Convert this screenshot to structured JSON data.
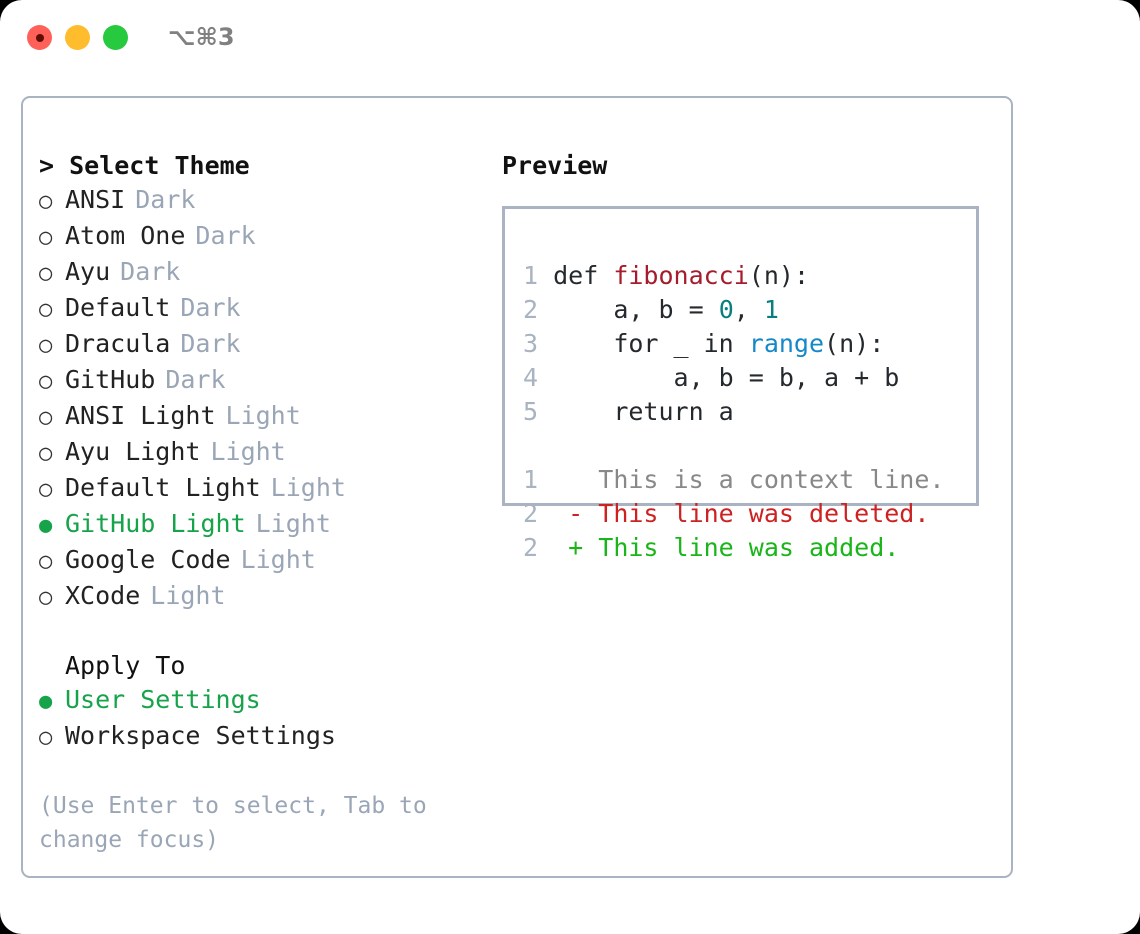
{
  "titlebar": {
    "shortcut": "⌥⌘3",
    "buttons": [
      {
        "name": "close",
        "color": "#ff6159"
      },
      {
        "name": "minimize",
        "color": "#ffbd2e"
      },
      {
        "name": "zoom",
        "color": "#27c93f"
      }
    ]
  },
  "theme_panel": {
    "heading": "> Select Theme",
    "bullet_unselected": "○",
    "bullet_selected": "●",
    "items": [
      {
        "label": "ANSI",
        "tag": "Dark",
        "selected": false
      },
      {
        "label": "Atom One",
        "tag": "Dark",
        "selected": false
      },
      {
        "label": "Ayu",
        "tag": "Dark",
        "selected": false
      },
      {
        "label": "Default",
        "tag": "Dark",
        "selected": false
      },
      {
        "label": "Dracula",
        "tag": "Dark",
        "selected": false
      },
      {
        "label": "GitHub",
        "tag": "Dark",
        "selected": false
      },
      {
        "label": "ANSI Light",
        "tag": "Light",
        "selected": false
      },
      {
        "label": "Ayu Light",
        "tag": "Light",
        "selected": false
      },
      {
        "label": "Default Light",
        "tag": "Light",
        "selected": false
      },
      {
        "label": "GitHub Light",
        "tag": "Light",
        "selected": true
      },
      {
        "label": "Google Code",
        "tag": "Light",
        "selected": false
      },
      {
        "label": "XCode",
        "tag": "Light",
        "selected": false
      }
    ]
  },
  "apply_to": {
    "heading": "Apply To",
    "items": [
      {
        "label": "User Settings",
        "selected": true
      },
      {
        "label": "Workspace Settings",
        "selected": false
      }
    ]
  },
  "hint": "(Use Enter to select, Tab to change focus)",
  "preview": {
    "heading": "Preview",
    "code_lines": [
      {
        "gutter": "1",
        "tokens": [
          {
            "t": "def ",
            "c": "plain"
          },
          {
            "t": "fibonacci",
            "c": "fn"
          },
          {
            "t": "(n):",
            "c": "plain"
          }
        ]
      },
      {
        "gutter": "2",
        "tokens": [
          {
            "t": "    a, b = ",
            "c": "plain"
          },
          {
            "t": "0",
            "c": "num"
          },
          {
            "t": ", ",
            "c": "plain"
          },
          {
            "t": "1",
            "c": "num"
          }
        ]
      },
      {
        "gutter": "3",
        "tokens": [
          {
            "t": "    for _ in ",
            "c": "plain"
          },
          {
            "t": "range",
            "c": "builtin"
          },
          {
            "t": "(n):",
            "c": "plain"
          }
        ]
      },
      {
        "gutter": "4",
        "tokens": [
          {
            "t": "        a, b = b, a + b",
            "c": "plain"
          }
        ]
      },
      {
        "gutter": "5",
        "tokens": [
          {
            "t": "    return a",
            "c": "plain"
          }
        ]
      }
    ],
    "diff_lines": [
      {
        "gutter": "1",
        "marker": " ",
        "text": "This is a context line.",
        "kind": "ctx"
      },
      {
        "gutter": "2",
        "marker": "-",
        "text": "This line was deleted.",
        "kind": "del"
      },
      {
        "gutter": "2",
        "marker": "+",
        "text": "This line was added.",
        "kind": "add"
      }
    ]
  },
  "colors": {
    "accent_green": "#16a34a",
    "muted": "#9aa6b6",
    "border": "#a9b3c1",
    "function": "#a51c2c",
    "number": "#087f7f",
    "builtin": "#1488c8",
    "diff_added": "#19b519",
    "diff_deleted": "#cc2222"
  }
}
